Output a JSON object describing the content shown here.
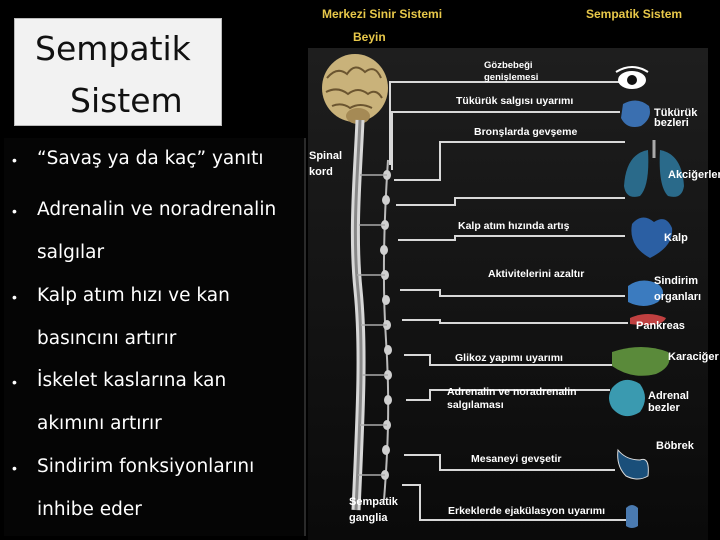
{
  "title": {
    "line1": "Sempatik",
    "line2": "Sistem"
  },
  "bullets": [
    {
      "line1": "“Savaş ya da kaç” yanıtı",
      "line2": ""
    },
    {
      "line1": "Adrenalin ve noradrenalin",
      "line2": "salgılar"
    },
    {
      "line1": "Kalp atım hızı ve kan",
      "line2": "basıncını artırır"
    },
    {
      "line1": "İskelet kaslarına kan",
      "line2": "akımını artırır"
    },
    {
      "line1": "Sindirim fonksiyonlarını",
      "line2": "inhibe eder"
    }
  ],
  "diagram": {
    "header_left": "Merkezi Sinir Sistemi",
    "header_right": "Sempatik Sistem",
    "brain_label": "Beyin",
    "spinal_label_1": "Spinal",
    "spinal_label_2": "kord",
    "ganglia_label_1": "Sempatik",
    "ganglia_label_2": "ganglia",
    "effects": {
      "pupil_1": "Gözbebeği",
      "pupil_2": "genişlemesi",
      "saliva": "Tükürük salgısı uyarımı",
      "bronchi": "Bronşlarda gevşeme",
      "heart_rate": "Kalp atım hızında artış",
      "digestion": "Aktivitelerini azaltır",
      "glucose": "Glikoz yapımı uyarımı",
      "adrenal_1": "Adrenalin ve noradrenalin",
      "adrenal_2": "salgılaması",
      "bladder": "Mesaneyi gevşetir",
      "ejaculation": "Erkeklerde ejakülasyon uyarımı"
    },
    "organs": {
      "saliva_1": "Tükürük",
      "saliva_2": "bezleri",
      "lungs": "Akciğerler",
      "heart": "Kalp",
      "digestive_1": "Sindirim",
      "digestive_2": "organları",
      "pancreas": "Pankreas",
      "liver": "Karaciğer",
      "adrenal_1": "Adrenal",
      "adrenal_2": "bezler",
      "kidney": "Böbrek"
    }
  }
}
